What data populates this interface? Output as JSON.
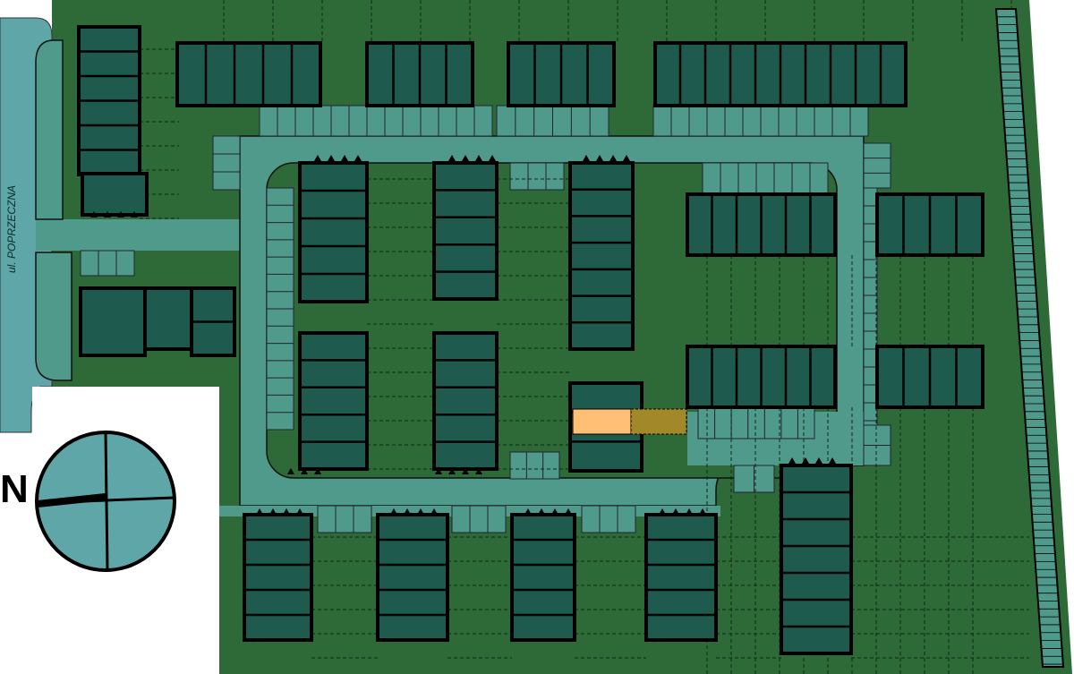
{
  "map": {
    "street_name": "ul. POPRZECZNA",
    "compass_label": "N",
    "colors": {
      "grass": "#2d6a38",
      "road": "#4f9a8b",
      "street": "#5fa6a8",
      "building": "#1e5a4e",
      "highlight_unit": "#ffbf74",
      "highlight_yard": "#a3882a",
      "outline": "#000000"
    },
    "highlighted_unit": {
      "status": "selected"
    }
  }
}
